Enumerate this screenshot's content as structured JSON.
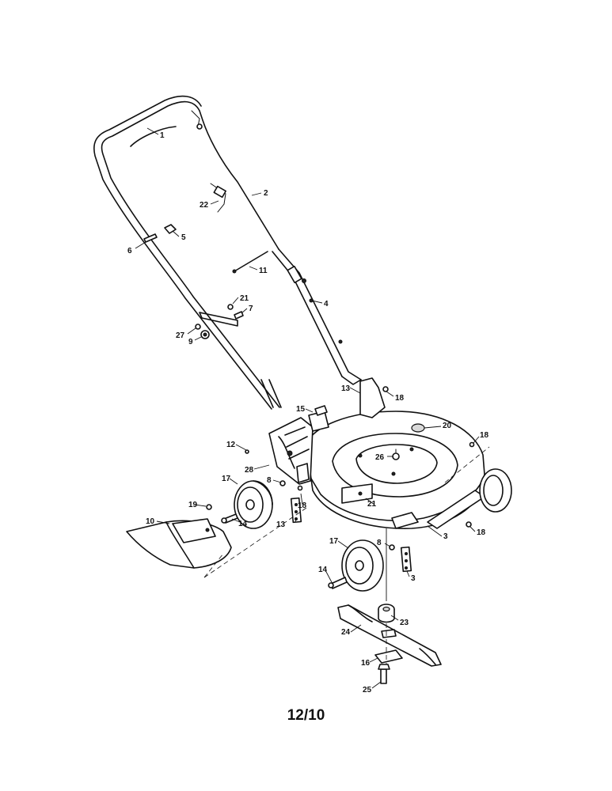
{
  "callouts": {
    "c1": "1",
    "c2": "2",
    "c3a": "3",
    "c3b": "3",
    "c4": "4",
    "c5": "5",
    "c6": "6",
    "c7": "7",
    "c8a": "8",
    "c8b": "8",
    "c9": "9",
    "c10": "10",
    "c11": "11",
    "c12": "12",
    "c13a": "13",
    "c13b": "13",
    "c14a": "14",
    "c14b": "14",
    "c15": "15",
    "c16": "16",
    "c17a": "17",
    "c17b": "17",
    "c18a": "18",
    "c18b": "18",
    "c18c": "18",
    "c18d": "18",
    "c19": "19",
    "c20": "20",
    "c21a": "21",
    "c21b": "21",
    "c22": "22",
    "c23": "23",
    "c24": "24",
    "c25": "25",
    "c26": "26",
    "c27": "27",
    "c28": "28"
  },
  "page_code": "12/10"
}
